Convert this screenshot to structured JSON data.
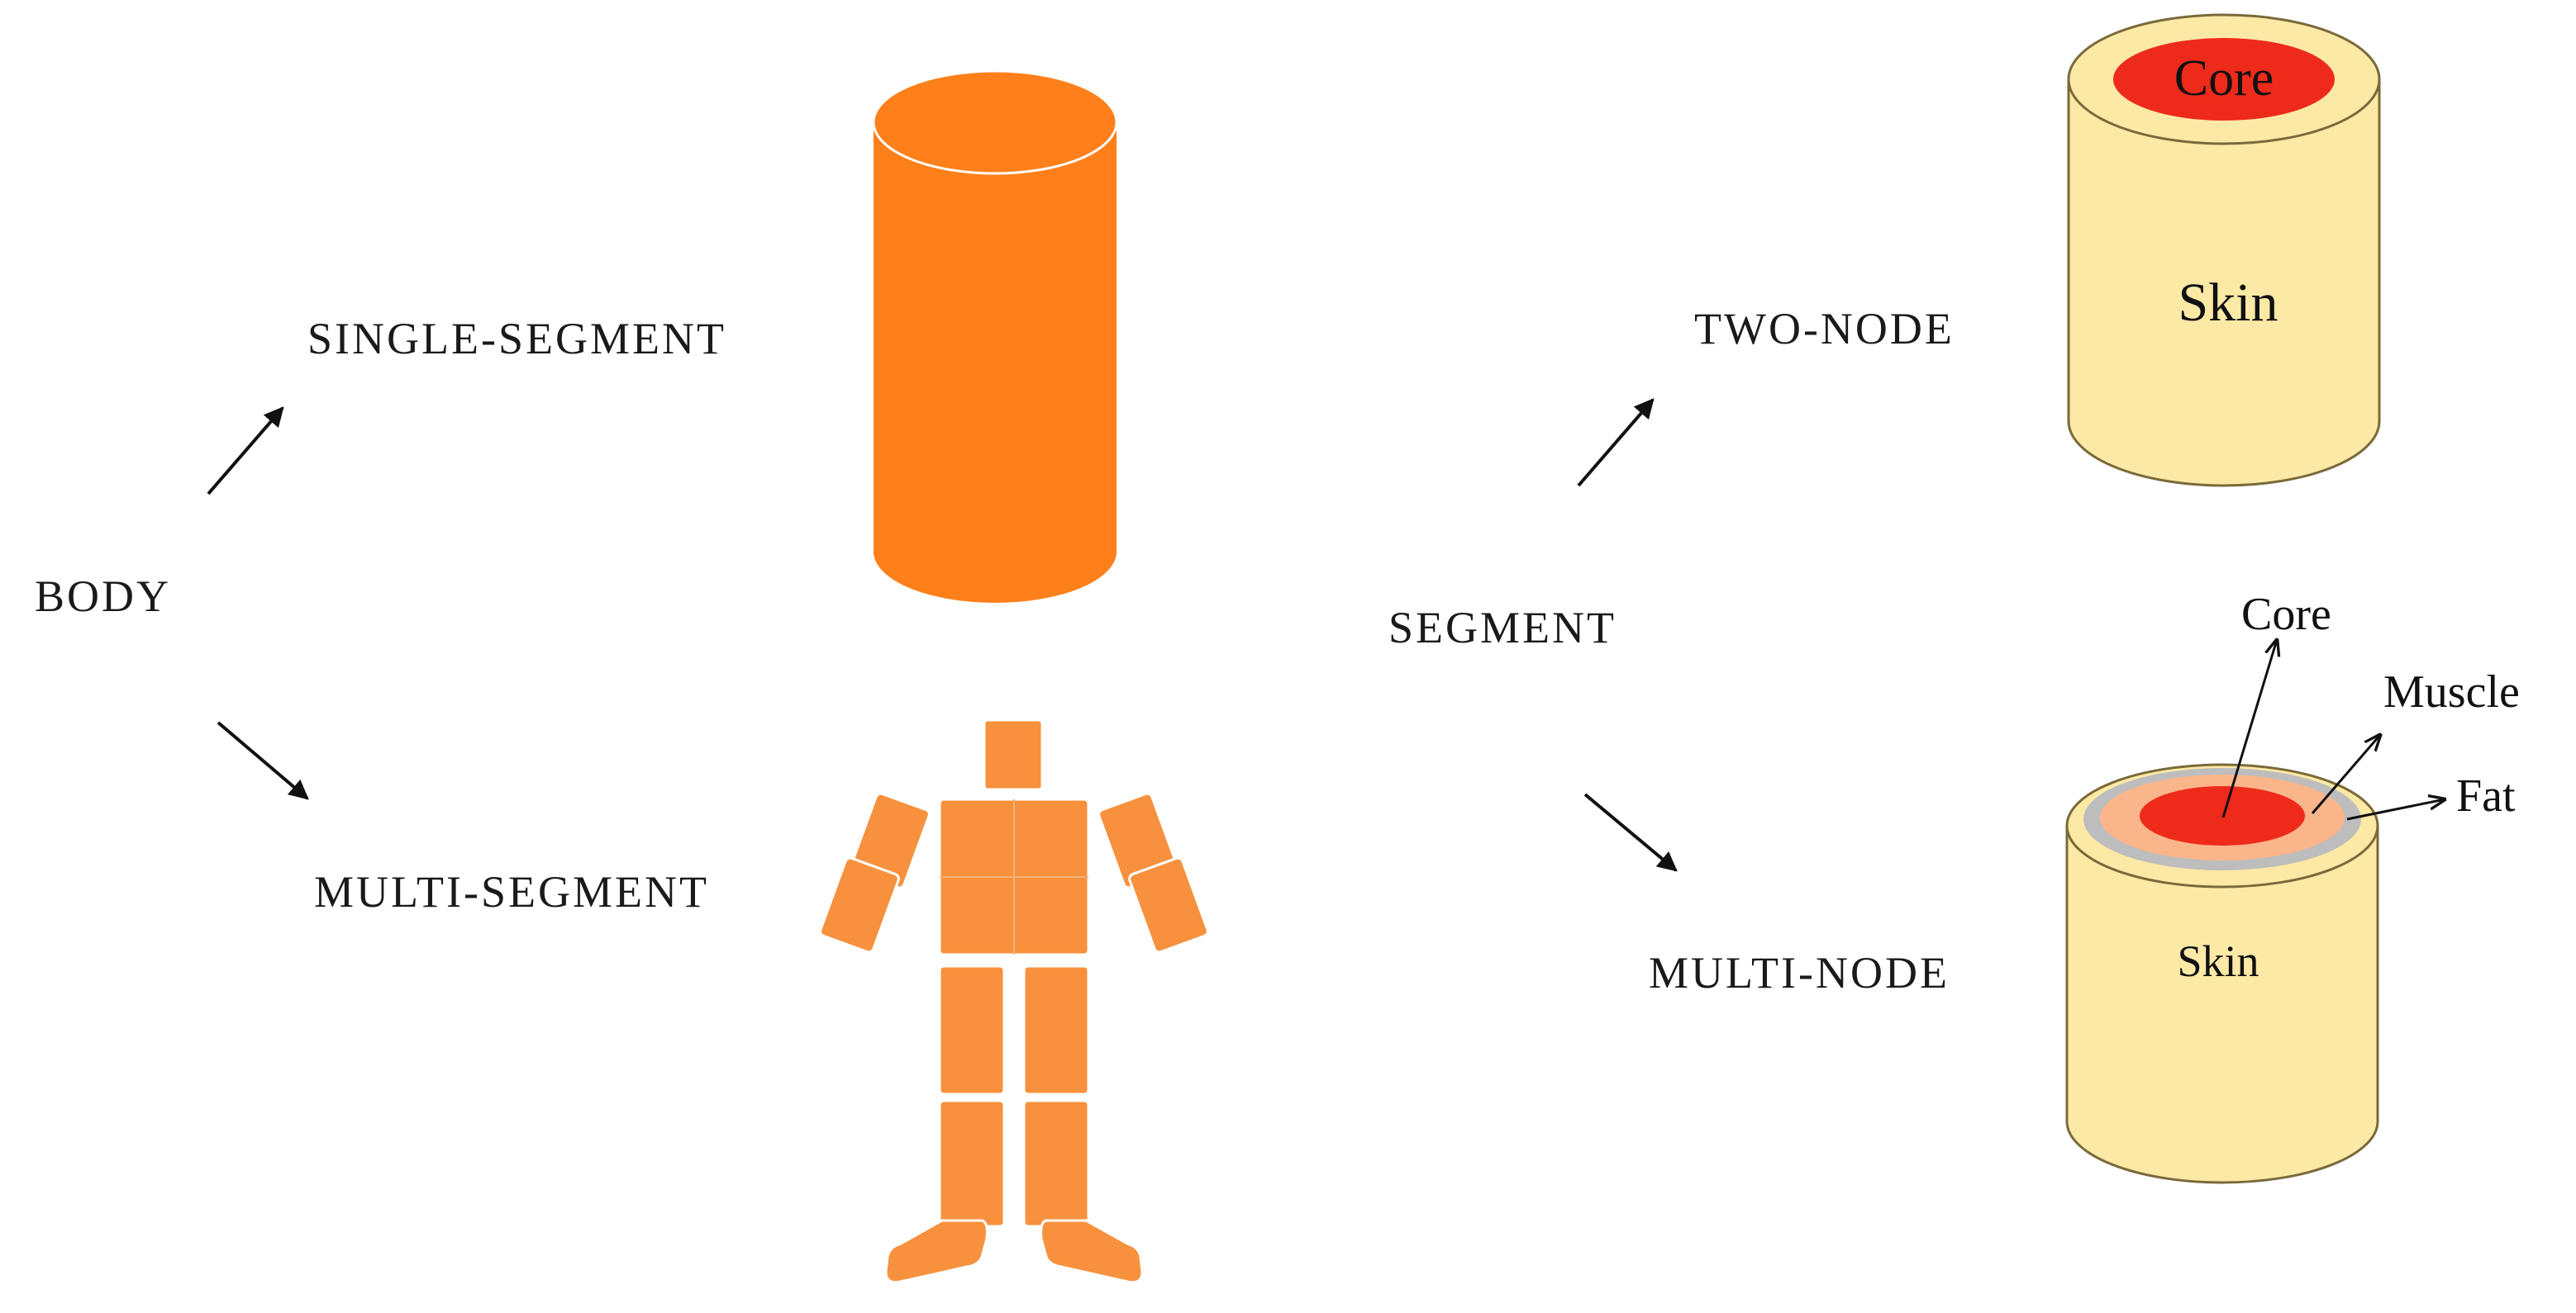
{
  "labels": {
    "body": "BODY",
    "single_segment": "SINGLE-SEGMENT",
    "multi_segment": "MULTI-SEGMENT",
    "segment": "SEGMENT",
    "two_node": "TWO-NODE",
    "multi_node": "MULTI-NODE"
  },
  "two_node_cylinder": {
    "core": "Core",
    "skin": "Skin"
  },
  "multi_node_cylinder": {
    "core": "Core",
    "muscle": "Muscle",
    "fat": "Fat",
    "skin": "Skin"
  },
  "colors": {
    "body_orange": "#FF7F1A",
    "figure_orange": "#F7913D",
    "skin_yellow": "#FDE9A6",
    "core_red": "#EE2A1A",
    "muscle_peach": "#FBB58A",
    "fat_gray": "#BDBDBD",
    "arrow": "#111111"
  }
}
